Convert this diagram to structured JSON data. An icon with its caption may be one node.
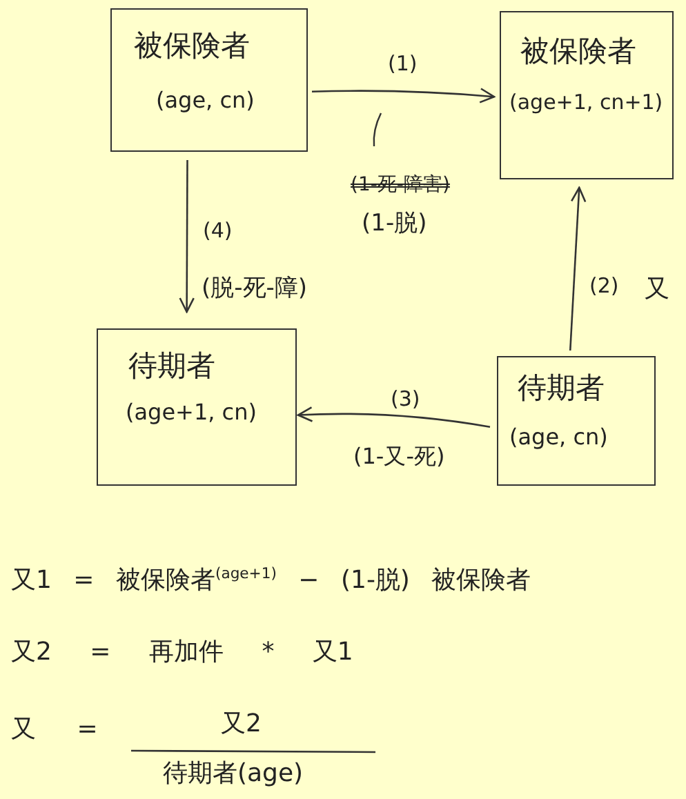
{
  "diagram": {
    "nodes": [
      {
        "text": [
          "被保険者",
          "(age, cn)"
        ]
      },
      {
        "text": [
          "被保険者",
          "(age+1, cn+1)"
        ]
      },
      {
        "text": [
          "待期者",
          "(age+1, cn)"
        ]
      },
      {
        "text": [
          "待期者",
          "(age, cn)"
        ]
      }
    ],
    "edges": [
      {
        "from": 0,
        "to": 1,
        "arrow": "to",
        "label": "(1)"
      },
      {
        "from": 0,
        "to": 2,
        "arrow": "to",
        "label": "(4)"
      },
      {
        "from": 3,
        "to": 1,
        "arrow": "to",
        "label": "(2)"
      },
      {
        "from": 3,
        "to": 2,
        "arrow": "to",
        "label": "(3)"
      }
    ],
    "labels": [
      "(1-死-障害)",
      "(1-脱)",
      "(脱-死-障)",
      "又",
      "(1-又-死)",
      "又1 = 被保険者$^{(age+1)}$ − (1-脱) 被保険者",
      "又2 = 再加件 * 又1",
      "又 =",
      "又2",
      "待期者(age)"
    ]
  }
}
